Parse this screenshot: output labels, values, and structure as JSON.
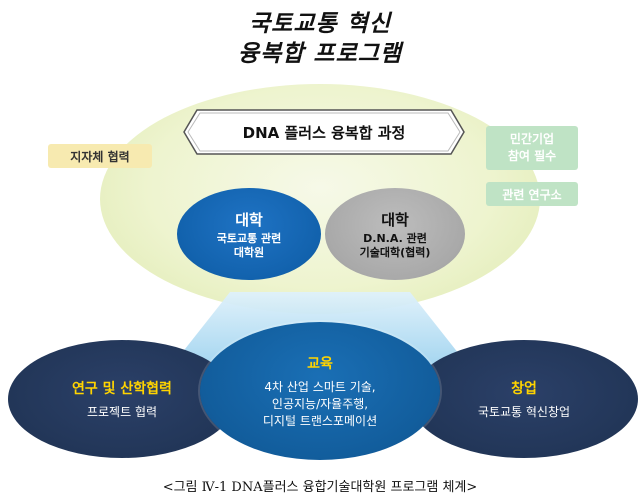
{
  "title": {
    "line1": "국토교통 혁신",
    "line2": "융복합 프로그램"
  },
  "banner": "DNA 플러스 융복합 과정",
  "tags": {
    "local": "지자체 협력",
    "private_line1": "민간기업",
    "private_line2": "참여 필수",
    "institute": "관련 연구소"
  },
  "universities": [
    {
      "head": "대학",
      "line1": "국토교통 관련",
      "line2": "대학원"
    },
    {
      "head": "대학",
      "line1": "D.N.A. 관련",
      "line2": "기술대학(협력)"
    }
  ],
  "bottom": {
    "left": {
      "head": "연구 및 산학협력",
      "line1": "프로젝트 협력"
    },
    "center": {
      "head": "교육",
      "line1": "4차 산업 스마트 기술,",
      "line2": "인공지능/자율주행,",
      "line3": "디지털 트랜스포메이션"
    },
    "right": {
      "head": "창업",
      "line1": "국토교통 혁신창업"
    }
  },
  "caption": "<그림 Ⅳ-1 DNA플러스 융합기술대학원 프로그램 체계>",
  "colors": {
    "big_ellipse": "#eef4cf",
    "uni_blue": "#1262ad",
    "uni_gray": "#a9a9a9",
    "bottom_dark": "#223658",
    "bottom_center": "#125d9c",
    "accent_yellow": "#ffd400",
    "tag_yellow": "#f7eab0",
    "tag_green": "#bfe3c5"
  }
}
